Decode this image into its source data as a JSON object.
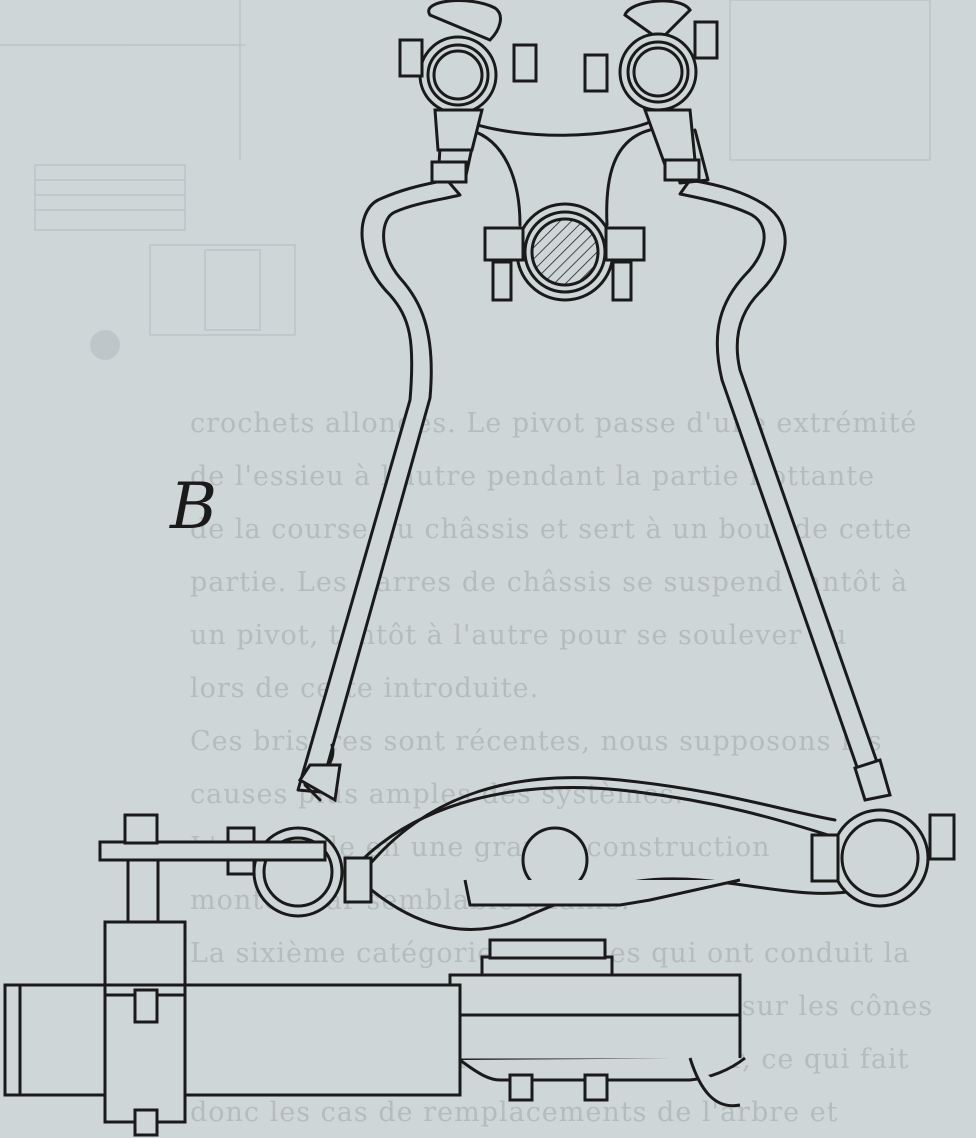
{
  "figure": {
    "label": "B"
  },
  "bleed_through_text": [
    "crochets allongés. Le pivot passe d'une extrémité",
    "de l'essieu à l'autre pendant la partie flottante",
    "de la course du châssis et sert à un bout de cette",
    "partie. Les barres de châssis se suspend tantôt à",
    "un pivot, tantôt à l'autre pour se soulever au",
    "lors de cette introduite.",
    "Ces brisures sont récentes, nous supposons les",
    "causes plus amples des systèmes.",
    "L'ensemble en une grande construction",
    "montée par semblable chaîne.",
    "La sixième catégorie de pièces qui ont conduit la",
    "course du châssis détermine un effet sur les cônes",
    "suspendus, sont sur les pièces d'acier, ce qui fait",
    "donc les cas de remplacements de l'arbre et"
  ]
}
